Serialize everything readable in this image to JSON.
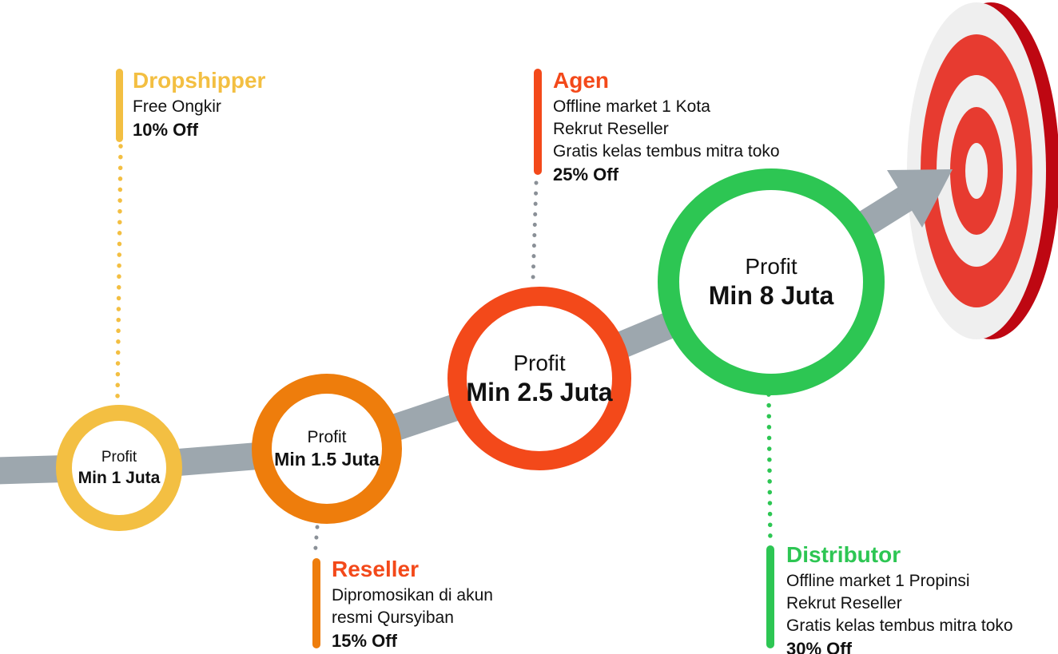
{
  "tiers": [
    {
      "name": "Dropshipper",
      "color": "#F3BF42",
      "benefits": [
        "Free Ongkir"
      ],
      "discount": "10% Off",
      "profit_label": "Profit",
      "profit_value": "Min 1 Juta"
    },
    {
      "name": "Reseller",
      "color": "#EE7D0C",
      "heading_color": "#F3491A",
      "benefits": [
        "Dipromosikan di akun",
        "resmi Qursyiban"
      ],
      "discount": "15% Off",
      "profit_label": "Profit",
      "profit_value": "Min 1.5 Juta"
    },
    {
      "name": "Agen",
      "color": "#F3491A",
      "benefits": [
        "Offline market 1 Kota",
        "Rekrut Reseller",
        "Gratis kelas tembus mitra toko"
      ],
      "discount": "25% Off",
      "profit_label": "Profit",
      "profit_value": "Min 2.5 Juta"
    },
    {
      "name": "Distributor",
      "color": "#2DC653",
      "benefits": [
        "Offline market 1 Propinsi",
        "Rekrut Reseller",
        "Gratis kelas tembus mitra toko"
      ],
      "discount": "30% Off",
      "profit_label": "Profit",
      "profit_value": "Min 8 Juta"
    }
  ],
  "colors": {
    "arrow_gray": "#9DA7AE",
    "connector_gray": "#8A9097",
    "target_red": "#E73B30",
    "target_dark_red": "#BE0712",
    "target_face": "#EFEFEF",
    "text": "#111111"
  }
}
